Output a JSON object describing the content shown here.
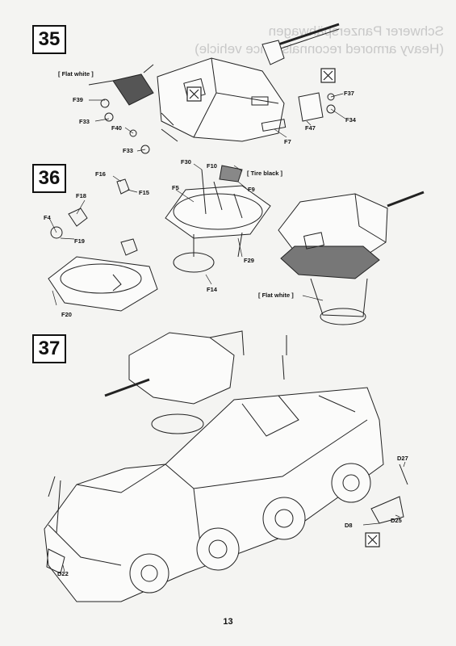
{
  "page": {
    "number": "13"
  },
  "background_text": {
    "line1": "Schwerer Panzerspähwagen",
    "line2": "(Heavy armored reconnaissance vehicle)"
  },
  "steps": [
    {
      "number": "35",
      "notes": [
        "[ Flat white ]"
      ],
      "parts": [
        "F39",
        "F33",
        "F40",
        "F33",
        "F37",
        "F34",
        "F47",
        "F7"
      ]
    },
    {
      "number": "36",
      "notes": [
        "[ Tire black ]",
        "[ Flat white ]"
      ],
      "parts": [
        "F16",
        "F15",
        "F18",
        "F4",
        "F19",
        "F20",
        "F30",
        "F10",
        "F9",
        "F5",
        "F29",
        "F14"
      ]
    },
    {
      "number": "37",
      "notes": [],
      "parts": [
        "D27",
        "D8",
        "D25",
        "D22"
      ]
    }
  ],
  "icons": [
    "cement-do-not-apply-icon",
    "cement-do-not-apply-icon",
    "cement-do-not-apply-icon"
  ]
}
